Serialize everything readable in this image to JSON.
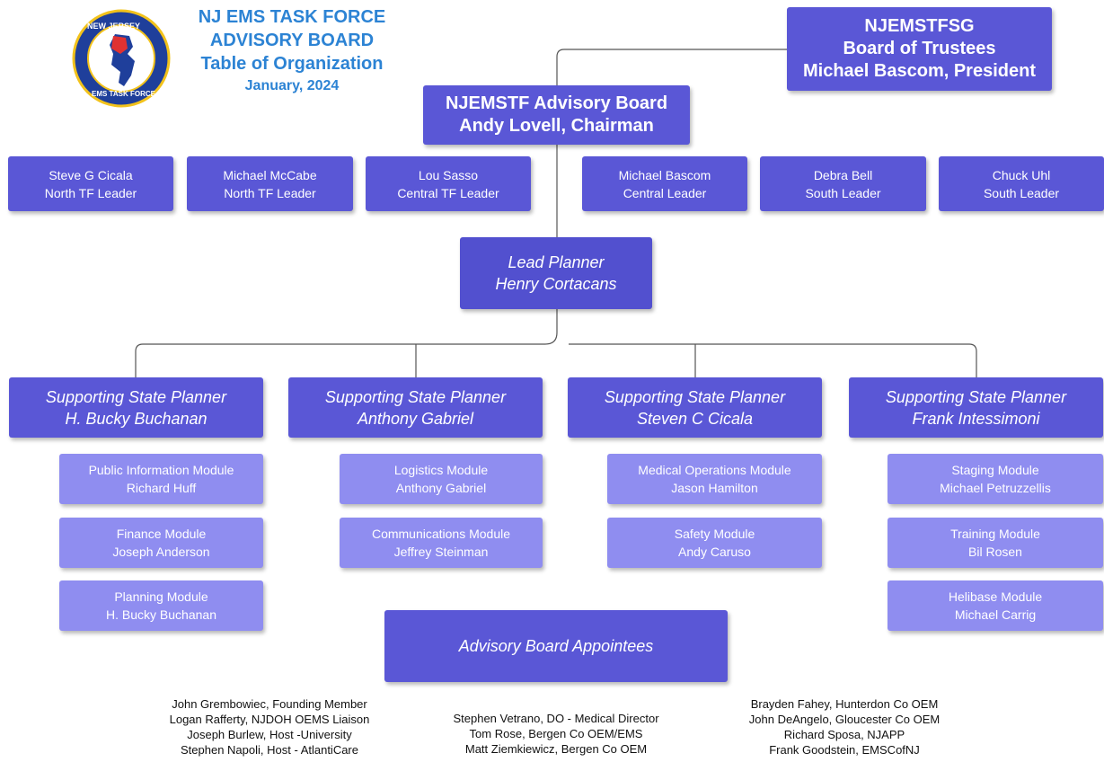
{
  "header": {
    "title_lines": [
      "NJ EMS TASK FORCE",
      "ADVISORY BOARD",
      "Table of Organization",
      "January, 2024"
    ],
    "logo": {
      "top_text": "NEW JERSEY",
      "bottom_text": "EMS TASK FORCE",
      "icon": "new-jersey-map-seal"
    }
  },
  "trustees": {
    "line1": "NJEMSTFSG",
    "line2": "Board of Trustees",
    "line3": "Michael Bascom, President"
  },
  "advisory_board": {
    "line1": "NJEMSTF Advisory Board",
    "line2": "Andy Lovell, Chairman"
  },
  "leaders": [
    {
      "name": "Steve G Cicala",
      "role": "North TF Leader"
    },
    {
      "name": "Michael McCabe",
      "role": "North TF Leader"
    },
    {
      "name": "Lou Sasso",
      "role": "Central TF Leader"
    },
    {
      "name": "Michael Bascom",
      "role": "Central Leader"
    },
    {
      "name": "Debra Bell",
      "role": "South Leader"
    },
    {
      "name": "Chuck Uhl",
      "role": "South Leader"
    }
  ],
  "lead_planner": {
    "title": "Lead Planner",
    "name": "Henry Cortacans"
  },
  "planners": [
    {
      "title": "Supporting State Planner",
      "name": "H. Bucky Buchanan",
      "modules": [
        {
          "module": "Public Information Module",
          "name": "Richard Huff"
        },
        {
          "module": "Finance Module",
          "name": "Joseph Anderson"
        },
        {
          "module": "Planning Module",
          "name": "H. Bucky Buchanan"
        }
      ]
    },
    {
      "title": "Supporting State Planner",
      "name": "Anthony Gabriel",
      "modules": [
        {
          "module": "Logistics Module",
          "name": "Anthony Gabriel"
        },
        {
          "module": "Communications Module",
          "name": "Jeffrey Steinman"
        }
      ]
    },
    {
      "title": "Supporting State Planner",
      "name": "Steven C Cicala",
      "modules": [
        {
          "module": "Medical Operations Module",
          "name": "Jason Hamilton"
        },
        {
          "module": "Safety Module",
          "name": "Andy Caruso"
        }
      ]
    },
    {
      "title": "Supporting State Planner",
      "name": "Frank Intessimoni",
      "modules": [
        {
          "module": "Staging Module",
          "name": "Michael Petruzzellis"
        },
        {
          "module": "Training Module",
          "name": "Bil Rosen"
        },
        {
          "module": "Helibase Module",
          "name": "Michael Carrig"
        }
      ]
    }
  ],
  "appointees": {
    "title": "Advisory Board Appointees",
    "columns": [
      [
        "John Grembowiec, Founding Member",
        "Logan Rafferty, NJDOH OEMS Liaison",
        "Joseph Burlew, Host -University",
        "Stephen Napoli, Host - AtlantiCare"
      ],
      [
        "Stephen Vetrano, DO - Medical Director",
        "Tom Rose, Bergen Co OEM/EMS",
        "Matt Ziemkiewicz, Bergen Co OEM"
      ],
      [
        "Brayden Fahey, Hunterdon Co OEM",
        "John DeAngelo, Gloucester Co OEM",
        "Richard Sposa, NJAPP",
        "Frank Goodstein, EMSCofNJ"
      ]
    ]
  },
  "colors": {
    "dark_box": "#5a57d6",
    "light_box": "#8f8df0",
    "title_blue": "#2c83d4",
    "connector": "#555555"
  }
}
